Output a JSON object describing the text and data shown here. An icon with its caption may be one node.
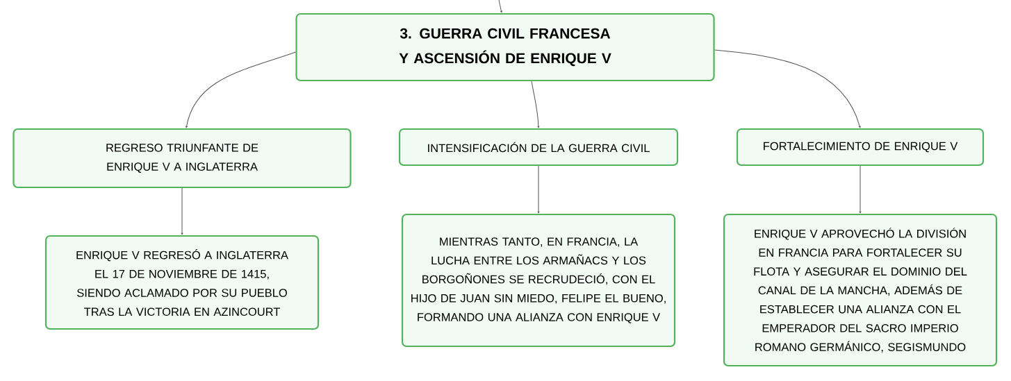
{
  "diagram": {
    "nodes": [
      {
        "text": [
          "3. GUERRA CIVIL FRANCESA Y ASCENSIÓN DE ENRIQUE V"
        ]
      },
      {
        "text": [
          "REGRESO TRIUNFANTE DE ENRIQUE V A INGLATERRA"
        ]
      },
      {
        "text": [
          "INTENSIFICACIÓN DE LA GUERRA CIVIL"
        ]
      },
      {
        "text": [
          "FORTALECIMIENTO DE ENRIQUE V"
        ]
      },
      {
        "text": [
          "ENRIQUE V REGRESÓ A INGLATERRA EL 17 DE NOVIEMBRE DE 1415, SIENDO ACLAMADO POR SU PUEBLO TRAS LA VICTORIA EN AZINCOURT"
        ]
      },
      {
        "text": [
          "MIENTRAS TANTO, EN FRANCIA, LA LUCHA ENTRE LOS ARMAÑACS Y LOS BORGOÑONES SE RECRUDECIÓ, CON EL HIJO DE JUAN SIN MIEDO, FELIPE EL BUENO, FORMANDO UNA ALIANZA CON ENRIQUE V"
        ]
      },
      {
        "text": [
          "ENRIQUE V APROVECHÓ LA DIVISIÓN EN FRANCIA PARA FORTALECER SU FLOTA Y ASEGURAR EL DOMINIO DEL CANAL DE LA MANCHA, ADEMÁS DE ESTABLECER UNA ALIANZA CON EL EMPERADOR DEL SACRO IMPERIO ROMANO GERMÁNICO, SEGISMUNDO"
        ]
      }
    ],
    "edges": [
      {
        "from": null,
        "to": 0,
        "arrow": "to"
      },
      {
        "from": 0,
        "to": 1,
        "arrow": "to"
      },
      {
        "from": 0,
        "to": 2,
        "arrow": "to"
      },
      {
        "from": 0,
        "to": 3,
        "arrow": "to"
      },
      {
        "from": 1,
        "to": 4,
        "arrow": "to"
      },
      {
        "from": 2,
        "to": 5,
        "arrow": "to"
      },
      {
        "from": 3,
        "to": 6,
        "arrow": "to"
      }
    ]
  }
}
